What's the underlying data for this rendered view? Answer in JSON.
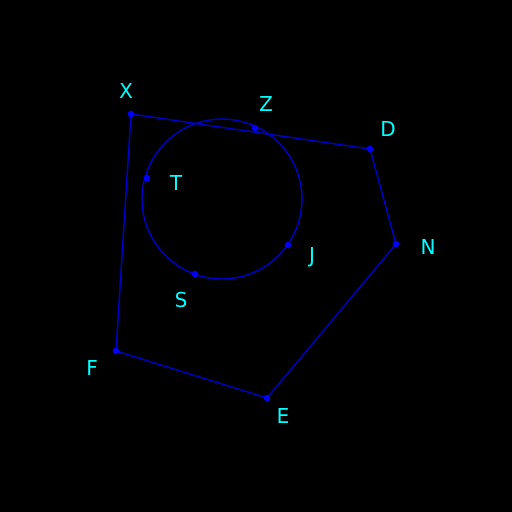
{
  "colors": {
    "background": "#000000",
    "stroke": "#0000cc",
    "point": "#0000ff",
    "label": "#00ffff"
  },
  "labels": {
    "X": "X",
    "Z": "Z",
    "D": "D",
    "N": "N",
    "E": "E",
    "F": "F",
    "T": "T",
    "J": "J",
    "S": "S"
  }
}
